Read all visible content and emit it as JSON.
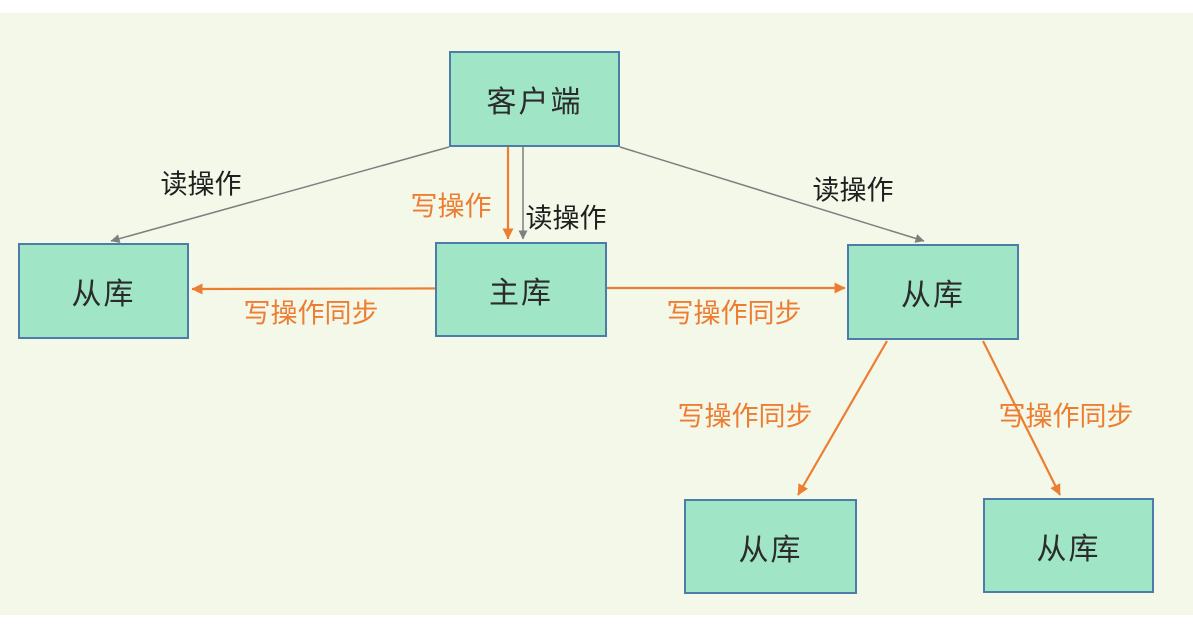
{
  "nodes": {
    "client": {
      "label": "客户端"
    },
    "master": {
      "label": "主库"
    },
    "slave_left": {
      "label": "从库"
    },
    "slave_right": {
      "label": "从库"
    },
    "slave_bottom_left": {
      "label": "从库"
    },
    "slave_bottom_right": {
      "label": "从库"
    }
  },
  "edges": {
    "client_read_left": {
      "label": "读操作",
      "kind": "read"
    },
    "client_write_master": {
      "label": "写操作",
      "kind": "write"
    },
    "client_read_master": {
      "label": "读操作",
      "kind": "read"
    },
    "client_read_right": {
      "label": "读操作",
      "kind": "read"
    },
    "master_sync_left": {
      "label": "写操作同步",
      "kind": "sync"
    },
    "master_sync_right": {
      "label": "写操作同步",
      "kind": "sync"
    },
    "slave_sync_b_left": {
      "label": "写操作同步",
      "kind": "sync"
    },
    "slave_sync_b_right": {
      "label": "写操作同步",
      "kind": "sync"
    }
  },
  "colors": {
    "canvas_background": "#f3f8e9",
    "node_fill": "#a0e6c6",
    "node_border": "#4e7ca8",
    "sync_orange": "#ed7d31",
    "read_gray": "#7f7f7f"
  }
}
